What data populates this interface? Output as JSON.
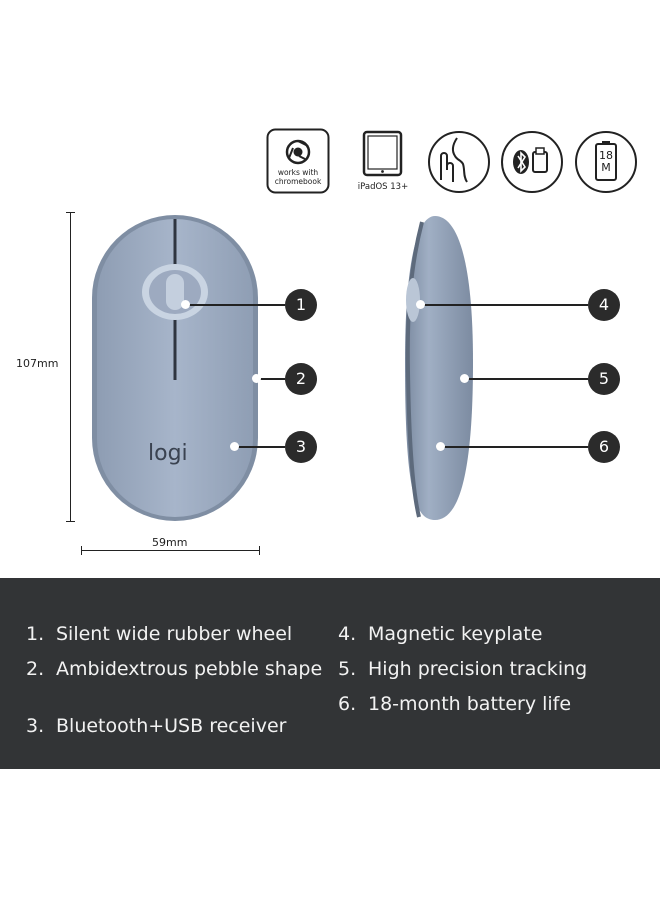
{
  "badges": {
    "chromebook_text": "works with\nchromebook",
    "ipad_text": "iPadOS 13+",
    "battery_text": "18\nM",
    "icons": [
      "chrome-icon",
      "tablet-icon",
      "silent-click-icon",
      "bluetooth-usb-icon",
      "battery-icon"
    ]
  },
  "dimensions": {
    "height": "107mm",
    "width": "59mm"
  },
  "product": {
    "logo": "logi",
    "colors": {
      "body": "#a4b2c7",
      "edge": "#7f8ea3",
      "callout": "#2b2b2b",
      "panel": "#323436"
    }
  },
  "callouts": [
    "1",
    "2",
    "3",
    "4",
    "5",
    "6"
  ],
  "features": {
    "left": [
      {
        "num": "1.",
        "text": "Silent wide rubber wheel"
      },
      {
        "num": "2.",
        "text": "Ambidextrous pebble shape"
      },
      {
        "num": "3.",
        "text": "Bluetooth+USB receiver"
      }
    ],
    "right": [
      {
        "num": "4.",
        "text": "Magnetic keyplate"
      },
      {
        "num": "5.",
        "text": "High precision tracking"
      },
      {
        "num": "6.",
        "text": "18-month battery life"
      }
    ]
  }
}
